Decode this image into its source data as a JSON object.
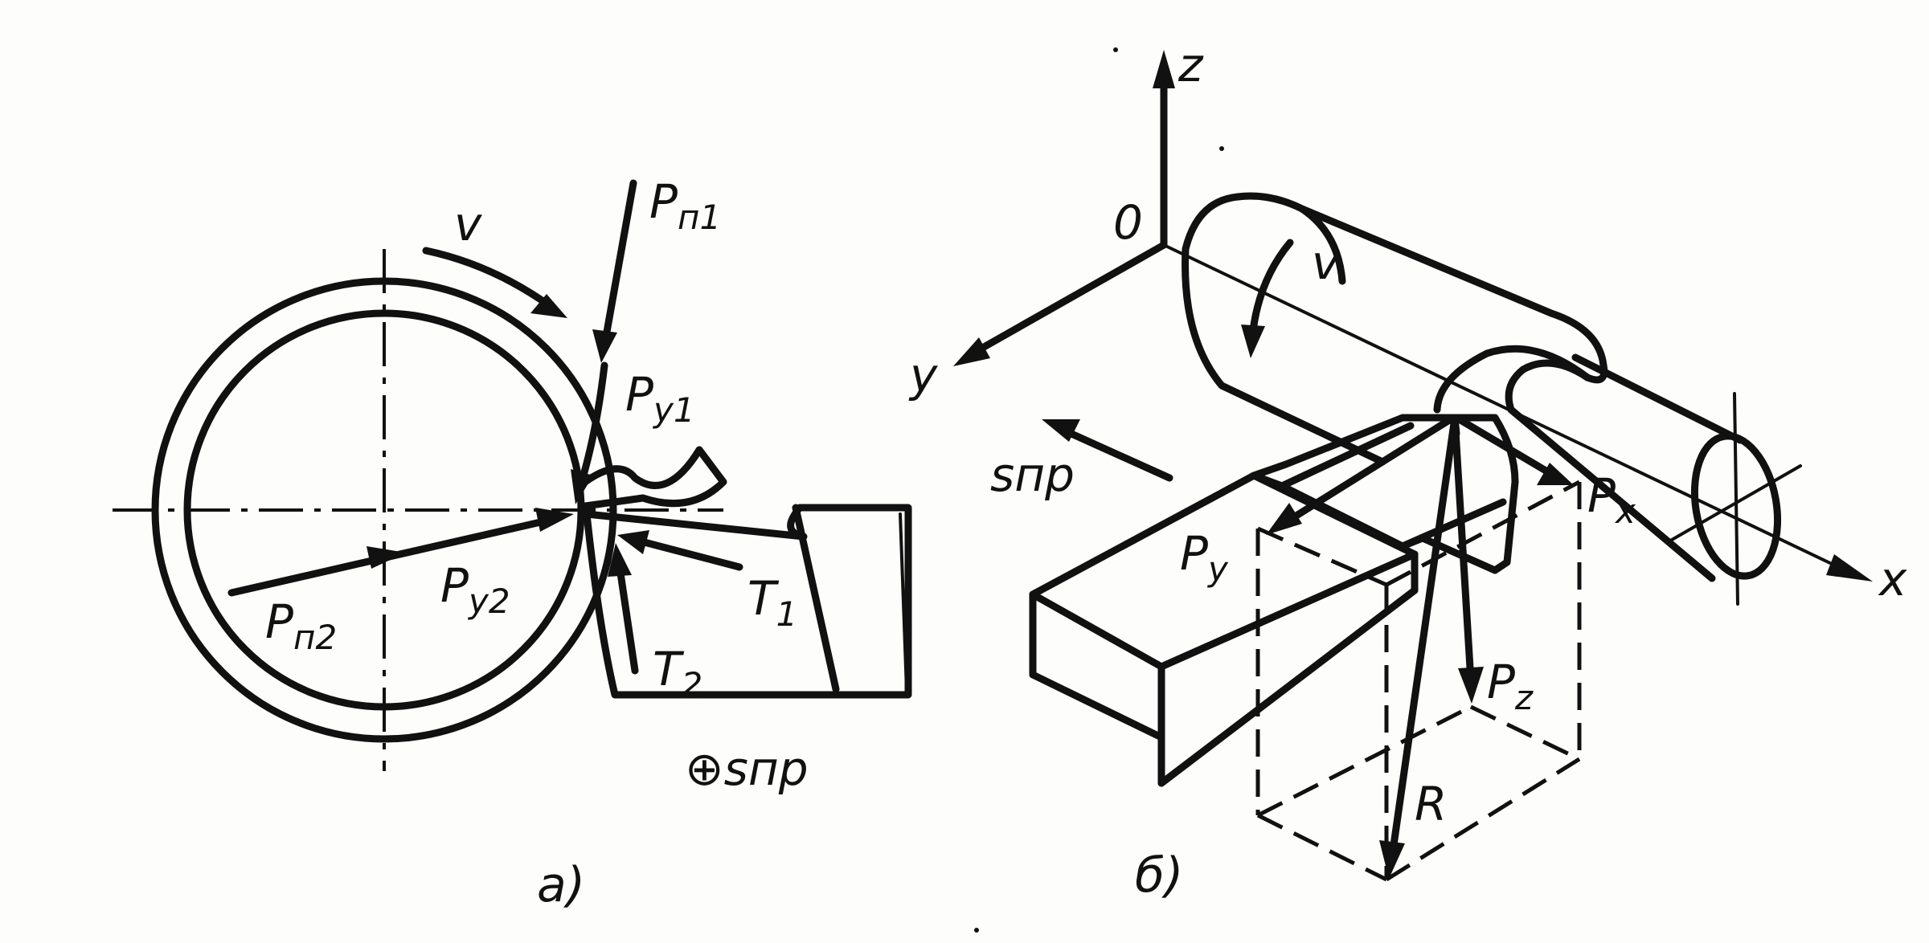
{
  "figure_a": {
    "caption": "а)",
    "labels": {
      "v": "v",
      "pn1": "Pп1",
      "py1": "Py1",
      "pn2": "Pп2",
      "py2": "Py2",
      "t1": "T1",
      "t2": "T2",
      "feed": "⊕sпр"
    }
  },
  "figure_b": {
    "caption": "б)",
    "labels": {
      "z": "z",
      "o": "0",
      "y": "y",
      "x": "x",
      "v": "v",
      "feed": "sпр",
      "px": "Px",
      "py": "Py",
      "pz": "Pz",
      "r": "R"
    }
  }
}
